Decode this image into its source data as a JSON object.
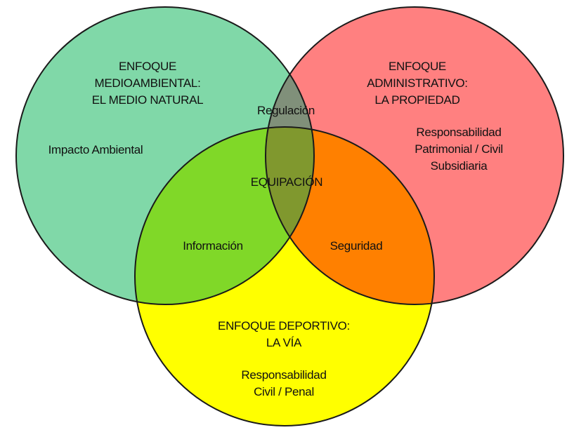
{
  "colors": {
    "green": "#80d8a8",
    "red": "#ff8080",
    "yellow": "#ffff00",
    "green_red": "#80907a",
    "green_yellow": "#80d828",
    "red_yellow": "#ff8000",
    "center": "#80982e"
  },
  "circles": {
    "left": {
      "title_lines": [
        "ENFOQUE",
        "MEDIOAMBIENTAL:",
        "EL MEDIO NATURAL"
      ],
      "item": "Impacto Ambiental"
    },
    "right": {
      "title_lines": [
        "ENFOQUE",
        "ADMINISTRATIVO:",
        "LA PROPIEDAD"
      ],
      "item_lines": [
        "Responsabilidad",
        "Patrimonial / Civil",
        "Subsidiaria"
      ]
    },
    "bottom": {
      "title_lines": [
        "ENFOQUE DEPORTIVO:",
        "LA VÍA"
      ],
      "item_lines": [
        "Responsabilidad",
        "Civil / Penal"
      ]
    }
  },
  "intersections": {
    "left_right": "Regulación",
    "left_bottom": "Información",
    "right_bottom": "Seguridad",
    "center": "EQUIPACIÓN"
  }
}
